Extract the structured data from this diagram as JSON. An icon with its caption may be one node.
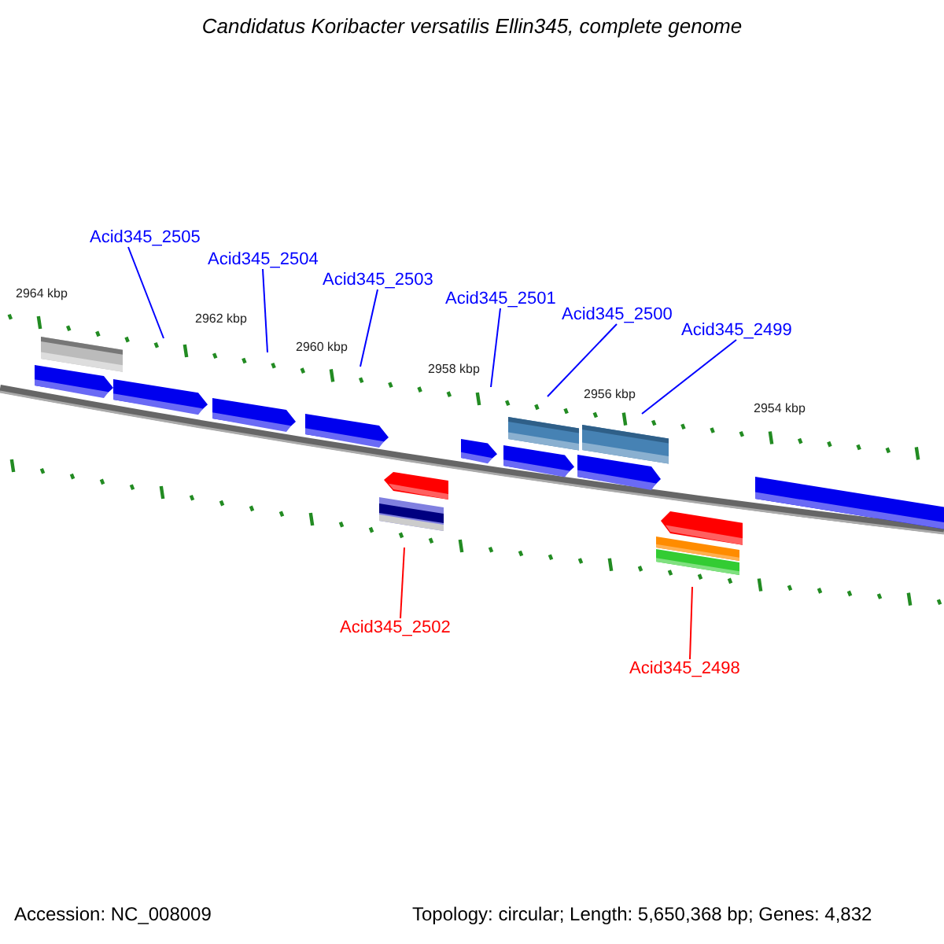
{
  "diagram": {
    "title": "Candidatus Koribacter versatilis Ellin345, complete genome",
    "nodes": [
      {
        "text": [
          "Acid345_2505"
        ]
      },
      {
        "text": [
          "Acid345_2504"
        ]
      },
      {
        "text": [
          "Acid345_2503"
        ]
      },
      {
        "text": [
          "Acid345_2501"
        ]
      },
      {
        "text": [
          "Acid345_2500"
        ]
      },
      {
        "text": [
          "Acid345_2499"
        ]
      },
      {
        "text": [
          "Acid345_2502"
        ]
      },
      {
        "text": [
          "Acid345_2498"
        ]
      }
    ],
    "edges": [
      {
        "from": 0,
        "to": null,
        "arrow": "none"
      },
      {
        "from": 1,
        "to": null,
        "arrow": "none"
      },
      {
        "from": 2,
        "to": null,
        "arrow": "none"
      },
      {
        "from": 3,
        "to": null,
        "arrow": "none"
      },
      {
        "from": 4,
        "to": null,
        "arrow": "none"
      },
      {
        "from": 5,
        "to": null,
        "arrow": "none"
      },
      {
        "from": 6,
        "to": null,
        "arrow": "none",
        "color": "#ff0000"
      },
      {
        "from": 7,
        "to": null,
        "arrow": "none",
        "color": "#ff0000"
      }
    ],
    "labels": [
      "2964 kbp",
      "2962 kbp",
      "2960 kbp",
      "2958 kbp",
      "2956 kbp",
      "2954 kbp",
      "Accession: NC_008009",
      "Topology: circular; Length: 5,650,368 bp; Genes: 4,832"
    ]
  }
}
